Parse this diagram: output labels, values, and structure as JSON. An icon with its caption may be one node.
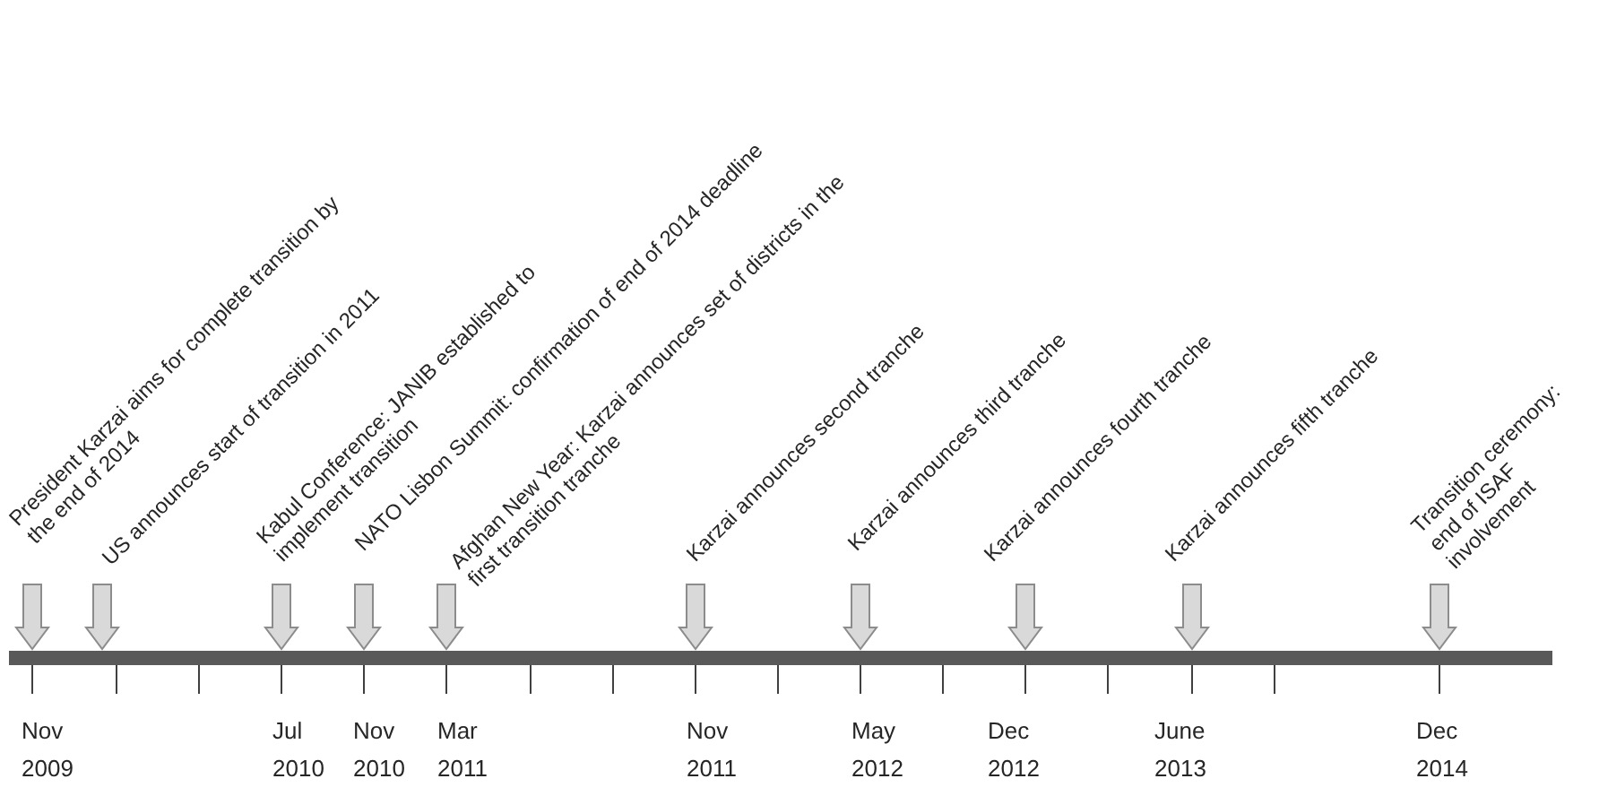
{
  "diagram": {
    "nodes": [
      {
        "text": [
          "President Karzai aims for complete transition by the end of 2014"
        ]
      },
      {
        "text": [
          "US announces start of transition in 2011"
        ]
      },
      {
        "text": [
          "Kabul Conference: JANIB established to implement transition"
        ]
      },
      {
        "text": [
          "NATO Lisbon Summit: confirmation of end of 2014 deadline"
        ]
      },
      {
        "text": [
          "Afghan New Year: Karzai announces set of districts in the first transition tranche"
        ]
      },
      {
        "text": [
          "Karzai announces second tranche"
        ]
      },
      {
        "text": [
          "Karzai announces third tranche"
        ]
      },
      {
        "text": [
          "Karzai announces fourth tranche"
        ]
      },
      {
        "text": [
          "Karzai announces fifth tranche"
        ]
      },
      {
        "text": [
          "Transition ceremony: end of ISAF involvement"
        ]
      },
      {
        "text": [],
        "shape": "bar"
      }
    ],
    "edges": [
      {
        "from": 0,
        "to": 10,
        "arrow": "to"
      },
      {
        "from": 1,
        "to": 10,
        "arrow": "to"
      },
      {
        "from": 2,
        "to": 10,
        "arrow": "to"
      },
      {
        "from": 3,
        "to": 10,
        "arrow": "to"
      },
      {
        "from": 4,
        "to": 10,
        "arrow": "to"
      },
      {
        "from": 5,
        "to": 10,
        "arrow": "to"
      },
      {
        "from": 6,
        "to": 10,
        "arrow": "to"
      },
      {
        "from": 7,
        "to": 10,
        "arrow": "to"
      },
      {
        "from": 8,
        "to": 10,
        "arrow": "to"
      },
      {
        "from": 9,
        "to": 10,
        "arrow": "to"
      }
    ],
    "labels": [
      "Nov 2009",
      "Jul 2010",
      "Nov 2010",
      "Mar 2011",
      "Nov 2011",
      "May 2012",
      "Dec 2012",
      "June 2013",
      "Dec 2014"
    ]
  }
}
